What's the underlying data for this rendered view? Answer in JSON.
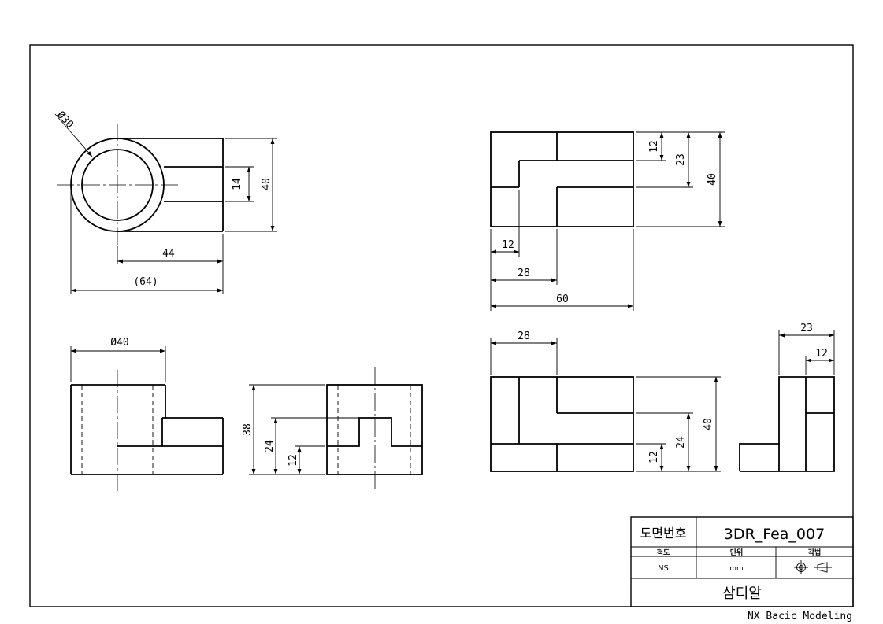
{
  "title_block": {
    "label_drawing_no": "도면번호",
    "drawing_no": "3DR_Fea_007",
    "label_scale": "척도",
    "label_unit": "단위",
    "label_projection": "각법",
    "scale": "NS",
    "unit": "mm",
    "part_name": "삼디알"
  },
  "footer": "NX Bacic Modeling",
  "dims": {
    "top_dia": "Ø30",
    "top_14": "14",
    "top_40": "40",
    "top_44": "44",
    "top_64": "(64)",
    "front_dia": "Ø40",
    "side_38": "38",
    "side_24": "24",
    "side_12": "12",
    "r_top_12": "12",
    "r_top_23": "23",
    "r_top_40": "40",
    "r_bot_12": "12",
    "r_bot_28": "28",
    "r_bot_60": "60",
    "r_front_28": "28",
    "r_front_40": "40",
    "r_front_24": "24",
    "r_front_12": "12",
    "r_side_23": "23",
    "r_side_12": "12"
  }
}
